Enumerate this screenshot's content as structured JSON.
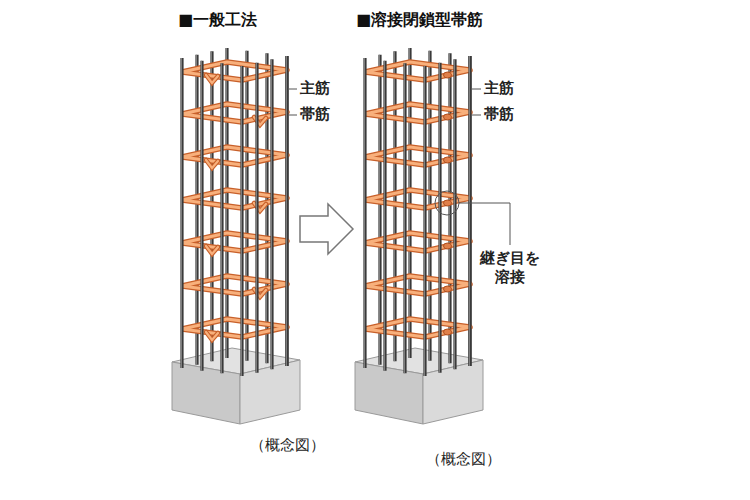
{
  "diagram": {
    "labels": [
      "■一般工法",
      "■溶接閉鎖型帯筋",
      "主筋",
      "帯筋",
      "主筋",
      "帯筋",
      "継ぎ目を 溶接",
      "（概念図）",
      "（概念図）"
    ]
  }
}
